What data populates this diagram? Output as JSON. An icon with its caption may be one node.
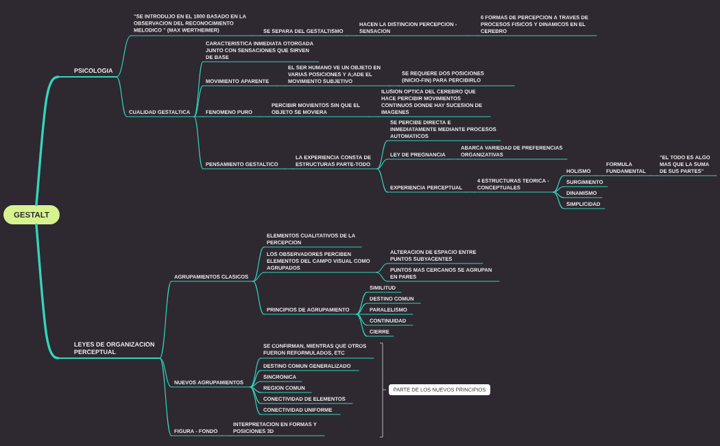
{
  "diagram": {
    "nodes": [
      {
        "text": [
          "GESTALT"
        ]
      },
      {
        "text": [
          "PSICOLOGIA"
        ]
      },
      {
        "text": [
          "\"SE INTRODUJO EN EL 1800 BASADO EN LA OBSERVACION DEL RECONOCIMIENTO MELODICO \" (MAX WERTHEIMER)"
        ]
      },
      {
        "text": [
          "SE SEPARA DEL GESTALTISMO"
        ]
      },
      {
        "text": [
          "HACEN LA DISTINCION PERCEPCION - SENSACION"
        ]
      },
      {
        "text": [
          "6 FORMAS DE PERCEPCION A TRAVES DE PROCESOS FISICOS Y DINAMICOS EN EL CEREBRO"
        ]
      },
      {
        "text": [
          "CUALIDAD GESTALTICA"
        ]
      },
      {
        "text": [
          "CARACTERISTICA INMEDIATA OTORGADA JUNTO CON SENSACIONES QUE SIRVEN DE BASE"
        ]
      },
      {
        "text": [
          "MOVIMIENTO APARENTE"
        ]
      },
      {
        "text": [
          "EL SER HUMANO VE UN OBJETO EN VARIAS POSICIONES Y A;ADE EL MOVIMIENTO SUBJETIVO"
        ]
      },
      {
        "text": [
          "SE REQUIERE DOS POSICIONES (INICIO-FIN) PARA PERCIBIRLO"
        ]
      },
      {
        "text": [
          "FENOMENO PURO"
        ]
      },
      {
        "text": [
          "PERCIBIR MOVIENTOS SIN QUE EL OBJETO SE MOVIERA"
        ]
      },
      {
        "text": [
          "ILUSION OPTICA DEL CEREBRO QUE HACE PERCIBIR MOVIMIENTOS CONTINUOS DONDE HAY SUCESION DE IMAGENES"
        ]
      },
      {
        "text": [
          "PENSAMIENTO GESTALTICO"
        ]
      },
      {
        "text": [
          "LA EXPERIENCIA CONSTA DE ESTRUCTURAS PARTE-TODO"
        ]
      },
      {
        "text": [
          "SE PERCIBE DIRECTA E INMEDIATAMENTE MEDIANTE PROCESOS AUTOMATICOS"
        ]
      },
      {
        "text": [
          "LEY DE PREGNANCIA"
        ]
      },
      {
        "text": [
          "ABARCA VARIEDAD DE PREFERENCIAS ORGANIZATIVAS"
        ]
      },
      {
        "text": [
          "EXPERIENCIA PERCEPTUAL"
        ]
      },
      {
        "text": [
          "4 ESTRUCTURAS TEORICA - CONCEPTUALES"
        ]
      },
      {
        "text": [
          "HOLISMO"
        ]
      },
      {
        "text": [
          "FORMULA FUNDAMENTAL"
        ]
      },
      {
        "text": [
          "\"EL TODO ES ALGO MAS QUE LA SUMA DE SUS PARTES\""
        ]
      },
      {
        "text": [
          "SURGIMIENTO"
        ]
      },
      {
        "text": [
          "DINAMISMO"
        ]
      },
      {
        "text": [
          "SIMPLICIDAD"
        ]
      },
      {
        "text": [
          "LEYES DE ORGANIZACION PERCEPTUAL"
        ]
      },
      {
        "text": [
          "AGRUPAMIENTOS CLASICOS"
        ]
      },
      {
        "text": [
          "ELEMENTOS CUALITATIVOS DE LA PERCEPCION"
        ]
      },
      {
        "text": [
          "LOS OBSERVADORES PERCIBEN ELEMENTOS DEL CAMPO VISUAL COMO AGRUPADOS"
        ]
      },
      {
        "text": [
          "ALTERACION DE ESPACIO ENTRE PUNTOS SUBYACENTES"
        ]
      },
      {
        "text": [
          "PUNTOS MAS CERCANOS SE AGRUPAN EN PARES"
        ]
      },
      {
        "text": [
          "PRINCIPIOS DE AGRUPAMIENTO"
        ]
      },
      {
        "text": [
          "SIMILITUD"
        ]
      },
      {
        "text": [
          "DESTINO COMUN"
        ]
      },
      {
        "text": [
          "PARALELISMO"
        ]
      },
      {
        "text": [
          "CONTINUIDAD"
        ]
      },
      {
        "text": [
          "CIERRE"
        ]
      },
      {
        "text": [
          "NUEVOS AGRUPAMIENTOS"
        ]
      },
      {
        "text": [
          "SE CONFIRMAN, MIENTRAS QUE OTROS FUERON REFORMULADOS, ETC"
        ]
      },
      {
        "text": [
          "DESTINO COMUN GENERALIZADO"
        ]
      },
      {
        "text": [
          "SINCRONICA"
        ]
      },
      {
        "text": [
          "REGION COMUN"
        ]
      },
      {
        "text": [
          "CONECTIVIDAD DE ELEMENTOS"
        ]
      },
      {
        "text": [
          "CONECTIVIDAD UNIFORME"
        ]
      },
      {
        "text": [
          "FIGURA - FONDO"
        ]
      },
      {
        "text": [
          "INTERPRETACION EN FORMAS Y POSICIONES 3D"
        ]
      },
      {
        "text": [
          "PARTE DE LOS NUEVOS PRINCIPIOS"
        ]
      }
    ],
    "edges": [
      {
        "from": 0,
        "to": 1,
        "arrow": "none",
        "style": "thick"
      },
      {
        "from": 1,
        "to": 2,
        "arrow": "none"
      },
      {
        "from": 2,
        "to": 3,
        "arrow": "none"
      },
      {
        "from": 3,
        "to": 4,
        "arrow": "none"
      },
      {
        "from": 4,
        "to": 5,
        "arrow": "none"
      },
      {
        "from": 1,
        "to": 6,
        "arrow": "none"
      },
      {
        "from": 6,
        "to": 7,
        "arrow": "none"
      },
      {
        "from": 6,
        "to": 8,
        "arrow": "none"
      },
      {
        "from": 8,
        "to": 9,
        "arrow": "none"
      },
      {
        "from": 9,
        "to": 10,
        "arrow": "none"
      },
      {
        "from": 6,
        "to": 11,
        "arrow": "none"
      },
      {
        "from": 11,
        "to": 12,
        "arrow": "none"
      },
      {
        "from": 12,
        "to": 13,
        "arrow": "none"
      },
      {
        "from": 6,
        "to": 14,
        "arrow": "none"
      },
      {
        "from": 14,
        "to": 15,
        "arrow": "none"
      },
      {
        "from": 15,
        "to": 16,
        "arrow": "none"
      },
      {
        "from": 15,
        "to": 17,
        "arrow": "none"
      },
      {
        "from": 17,
        "to": 18,
        "arrow": "none"
      },
      {
        "from": 15,
        "to": 19,
        "arrow": "none"
      },
      {
        "from": 19,
        "to": 20,
        "arrow": "none"
      },
      {
        "from": 20,
        "to": 21,
        "arrow": "none"
      },
      {
        "from": 21,
        "to": 22,
        "arrow": "none"
      },
      {
        "from": 22,
        "to": 23,
        "arrow": "none"
      },
      {
        "from": 20,
        "to": 24,
        "arrow": "none"
      },
      {
        "from": 20,
        "to": 25,
        "arrow": "none"
      },
      {
        "from": 20,
        "to": 26,
        "arrow": "none"
      },
      {
        "from": 0,
        "to": 27,
        "arrow": "none",
        "style": "thick"
      },
      {
        "from": 27,
        "to": 28,
        "arrow": "none"
      },
      {
        "from": 28,
        "to": 29,
        "arrow": "none"
      },
      {
        "from": 28,
        "to": 30,
        "arrow": "none"
      },
      {
        "from": 30,
        "to": 31,
        "arrow": "none"
      },
      {
        "from": 30,
        "to": 32,
        "arrow": "none"
      },
      {
        "from": 28,
        "to": 33,
        "arrow": "none"
      },
      {
        "from": 33,
        "to": 34,
        "arrow": "none"
      },
      {
        "from": 33,
        "to": 35,
        "arrow": "none"
      },
      {
        "from": 33,
        "to": 36,
        "arrow": "none"
      },
      {
        "from": 33,
        "to": 37,
        "arrow": "none"
      },
      {
        "from": 33,
        "to": 38,
        "arrow": "none"
      },
      {
        "from": 27,
        "to": 39,
        "arrow": "none"
      },
      {
        "from": 39,
        "to": 40,
        "arrow": "none"
      },
      {
        "from": 39,
        "to": 41,
        "arrow": "none"
      },
      {
        "from": 39,
        "to": 42,
        "arrow": "none"
      },
      {
        "from": 39,
        "to": 43,
        "arrow": "none"
      },
      {
        "from": 39,
        "to": 44,
        "arrow": "none"
      },
      {
        "from": 39,
        "to": 45,
        "arrow": "none"
      },
      {
        "from": 27,
        "to": 46,
        "arrow": "none"
      },
      {
        "from": 46,
        "to": 47,
        "arrow": "none"
      }
    ]
  }
}
